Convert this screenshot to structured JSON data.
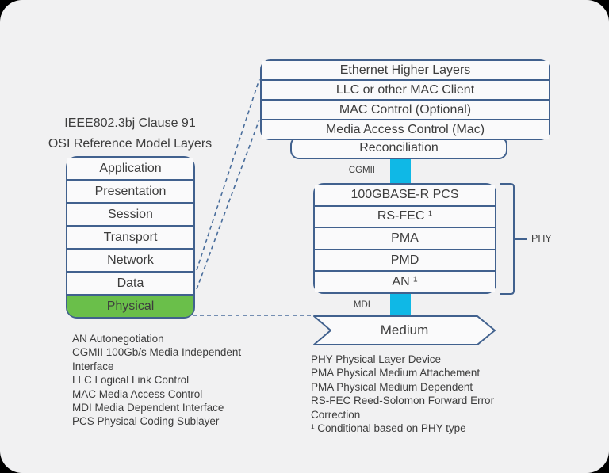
{
  "colors": {
    "panel_bg": "#f1f1f2",
    "box_border_blue": "#41618e",
    "dashed_line_blue": "#4a6e9c",
    "physical_layer_green": "#6abf4a",
    "connector_cyan": "#0fb8e6",
    "text": "#3d3d3d"
  },
  "title": {
    "line1": "IEEE802.3bj Clause 91",
    "line2": "OSI Reference Model Layers"
  },
  "osi_stack": {
    "layers": [
      "Application",
      "Presentation",
      "Session",
      "Transport",
      "Network",
      "Data",
      "Physical"
    ],
    "highlighted_layer": "Physical"
  },
  "ethernet_stack": {
    "rows": [
      "Ethernet Higher Layers",
      "LLC or other MAC Client",
      "MAC Control (Optional)",
      "Media Access Control (Mac)"
    ],
    "reconciliation": "Reconciliation"
  },
  "phy_stack": {
    "rows": [
      "100GBASE-R PCS",
      "RS-FEC ¹",
      "PMA",
      "PMD",
      "AN ¹"
    ],
    "bracket_label": "PHY"
  },
  "interfaces": {
    "cgmii": "CGMII",
    "mdi": "MDI"
  },
  "medium": {
    "label": "Medium"
  },
  "legend_left": {
    "lines": [
      "AN Autonegotiation",
      "CGMII 100Gb/s Media Independent",
      "Interface",
      "LLC Logical Link Control",
      "MAC Media Access Control",
      "MDI Media Dependent Interface",
      "PCS Physical Coding Sublayer"
    ]
  },
  "legend_right": {
    "lines": [
      "PHY Physical Layer Device",
      "PMA Physical Medium Attachement",
      "PMA Physical Medium Dependent",
      "RS-FEC Reed-Solomon Forward Error",
      "Correction",
      "¹ Conditional based on PHY type"
    ]
  }
}
